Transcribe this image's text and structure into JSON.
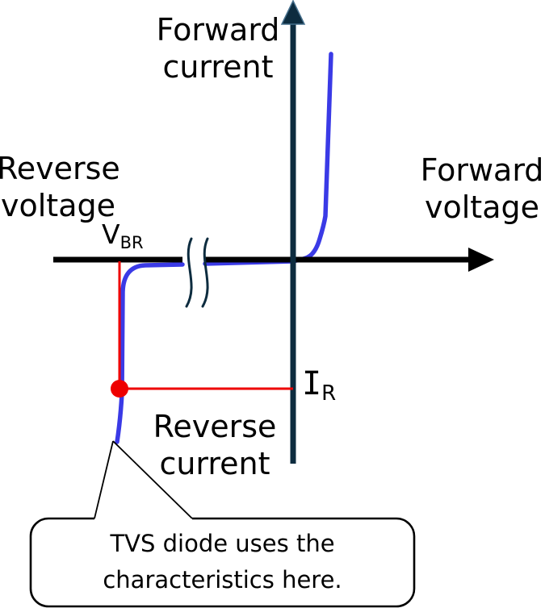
{
  "diagram": {
    "type": "tvs-diode-iv-characteristic",
    "labels": {
      "forward_current": {
        "line1": "Forward",
        "line2": "current"
      },
      "forward_voltage": {
        "line1": "Forward",
        "line2": "voltage"
      },
      "reverse_voltage": {
        "line1": "Reverse",
        "line2": "voltage"
      },
      "reverse_current": {
        "line1": "Reverse",
        "line2": "current"
      },
      "breakdown_voltage": {
        "main": "V",
        "sub": "BR"
      },
      "reverse_leakage_current": {
        "main": "I",
        "sub": "R"
      }
    },
    "callout": {
      "line1": "TVS diode uses the",
      "line2": "characteristics here."
    },
    "colors": {
      "curve": "#3a3ae6",
      "vertical_axis": "#0d2c3f",
      "vertical_axis_edge": "#456f8c",
      "horizontal_axis": "#000000",
      "marker": "#ee0000",
      "callout_border": "#000000",
      "break_mark": "#0d2c3f",
      "background": "#ffffff",
      "text": "#000000"
    }
  }
}
